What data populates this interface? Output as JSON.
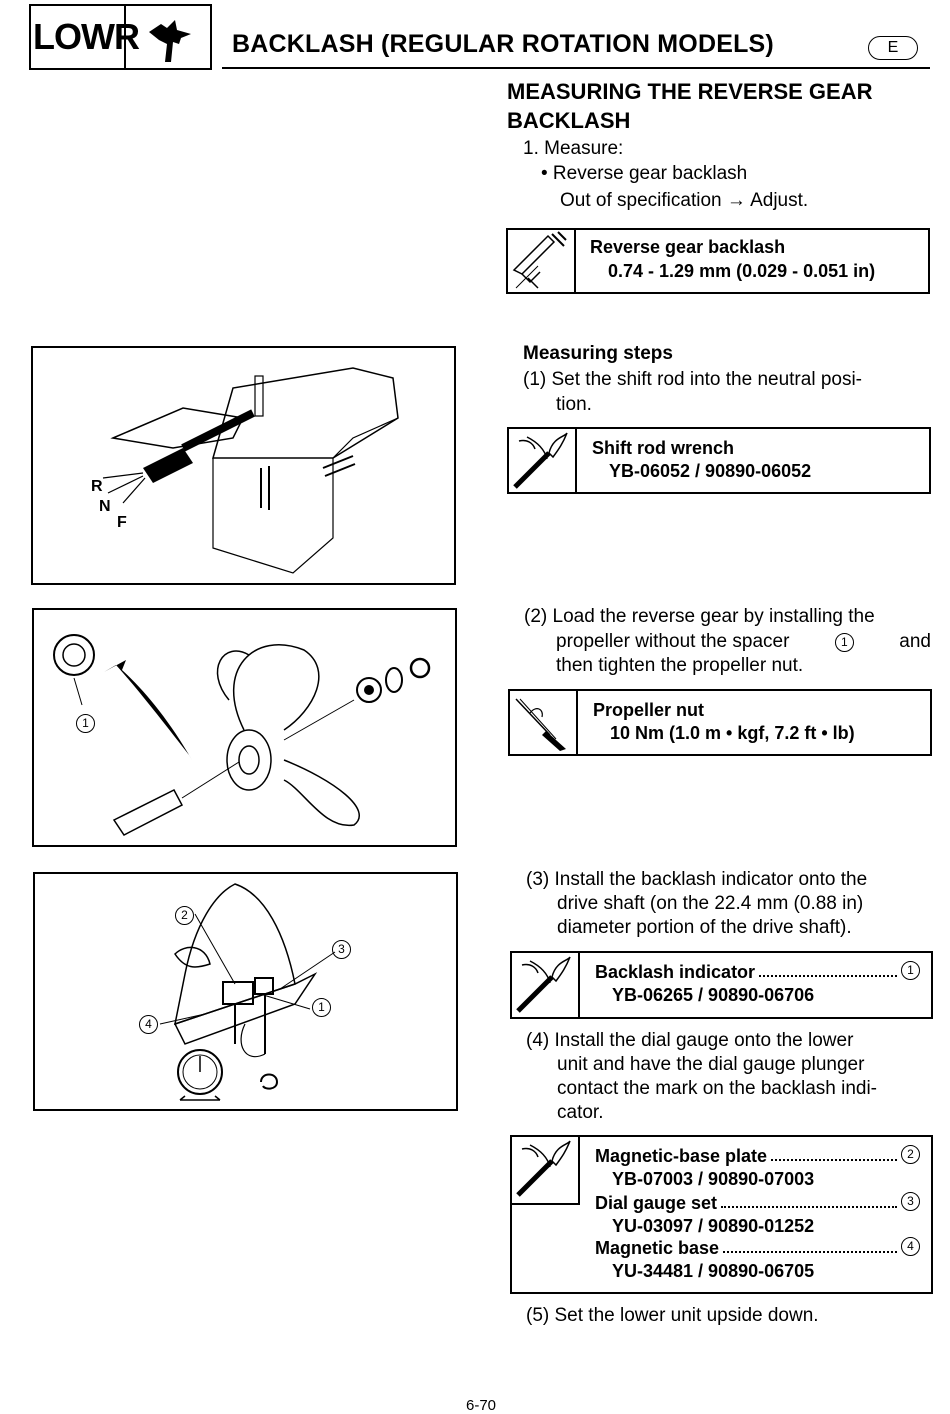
{
  "header": {
    "section_tag": "LOWR",
    "title": "BACKLASH (REGULAR ROTATION MODELS)",
    "lang_badge": "E",
    "icon": "lower-unit-icon"
  },
  "section": {
    "title_line1": "MEASURING THE REVERSE GEAR",
    "title_line2": "BACKLASH",
    "step1": "1. Measure:",
    "bullet": "• Reverse gear backlash",
    "bullet_sub": "Out of specification → Adjust."
  },
  "spec_backlash": {
    "icon": "caliper-icon",
    "label": "Reverse gear backlash",
    "value": "0.74 - 1.29 mm (0.029 - 0.051 in)"
  },
  "measuring": {
    "heading": "Measuring steps",
    "step1_line1": "(1) Set the shift rod into the neutral posi-",
    "step1_line2": "tion.",
    "step2_line1": "(2) Load the reverse gear by installing the",
    "step2_line2a": "propeller  without  the  spacer",
    "step2_line2b": "and",
    "step2_line3": "then tighten the propeller nut.",
    "step3_line1": "(3) Install  the  backlash  indicator  onto  the",
    "step3_line2": "drive  shaft  (on  the  22.4  mm  (0.88  in)",
    "step3_line3": "diameter portion of the drive shaft).",
    "step4_line1": "(4) Install  the  dial  gauge  onto  the  lower",
    "step4_line2": "unit  and  have  the  dial  gauge  plunger",
    "step4_line3": "contact the mark on the backlash indi-",
    "step4_line4": "cator.",
    "step5": "(5) Set the lower unit upside down."
  },
  "tool_shift": {
    "icon": "wrench-tool-icon",
    "name": "Shift rod wrench",
    "part": "YB-06052 / 90890-06052"
  },
  "torque_nut": {
    "icon": "torque-wrench-icon",
    "name": "Propeller nut",
    "value": "10 Nm (1.0 m • kgf, 7.2 ft • lb)"
  },
  "tool_backlash": {
    "icon": "wrench-tool-icon",
    "name": "Backlash indicator",
    "ref": "1",
    "part": "YB-06265 / 90890-06706"
  },
  "tool_group": {
    "icon": "wrench-tool-icon",
    "items": [
      {
        "name": "Magnetic-base plate",
        "ref": "2",
        "part": "YB-07003 / 90890-07003"
      },
      {
        "name": "Dial gauge set",
        "ref": "3",
        "part": "YU-03097 / 90890-01252"
      },
      {
        "name": "Magnetic base",
        "ref": "4",
        "part": "YU-34481 / 90890-06705"
      }
    ]
  },
  "fig1": {
    "label_r": "R",
    "label_n": "N",
    "label_f": "F"
  },
  "fig2": {
    "callout": "1"
  },
  "fig3": {
    "callout_1": "1",
    "callout_2": "2",
    "callout_3": "3",
    "callout_4": "4"
  },
  "footer": {
    "page": "6-70"
  }
}
